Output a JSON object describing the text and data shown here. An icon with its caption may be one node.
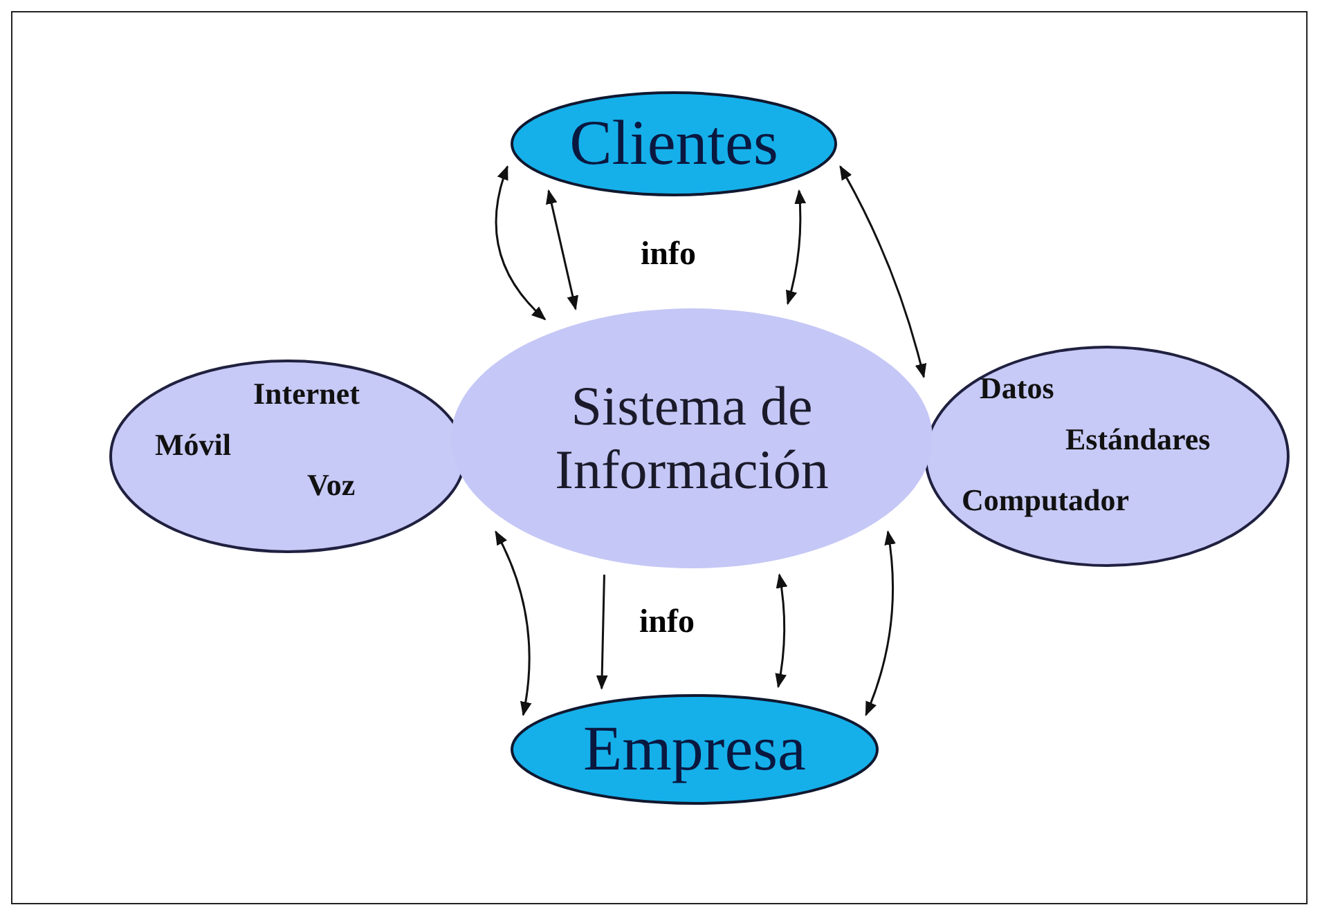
{
  "diagram": {
    "nodes": [
      {
        "text": [
          "Clientes"
        ]
      },
      {
        "text": [
          "Internet",
          "Móvil",
          "Voz"
        ]
      },
      {
        "text": [
          "Sistema de Información"
        ]
      },
      {
        "text": [
          "Datos",
          "Estándares",
          "Computador"
        ]
      },
      {
        "text": [
          "Empresa"
        ]
      }
    ],
    "edges": [
      {
        "from": 0,
        "to": 2,
        "arrow": "both"
      },
      {
        "from": 0,
        "to": 2,
        "arrow": "both"
      },
      {
        "from": 0,
        "to": 2,
        "arrow": "both"
      },
      {
        "from": 0,
        "to": 2,
        "arrow": "both"
      },
      {
        "from": 2,
        "to": 4,
        "arrow": "both"
      },
      {
        "from": 2,
        "to": 4,
        "arrow": "to"
      },
      {
        "from": 2,
        "to": 4,
        "arrow": "both"
      },
      {
        "from": 2,
        "to": 4,
        "arrow": "both"
      }
    ],
    "labels": [
      "info",
      "info"
    ]
  }
}
